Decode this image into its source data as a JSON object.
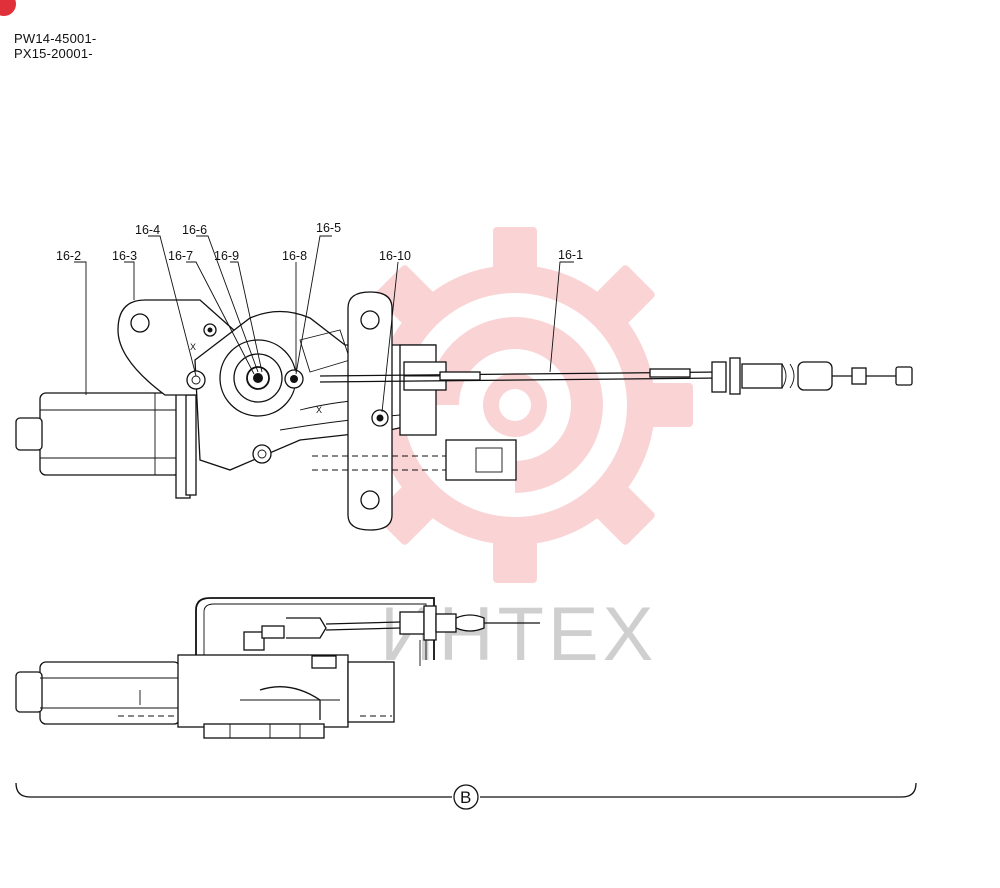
{
  "header": {
    "serial_lines": [
      "PW14-45001-",
      "PX15-20001-"
    ]
  },
  "watermark": {
    "text": "ИНТЕХ",
    "color": "#f5a0a4"
  },
  "callouts": [
    {
      "id": "16-4",
      "label": "16-4"
    },
    {
      "id": "16-6",
      "label": "16-6"
    },
    {
      "id": "16-5",
      "label": "16-5"
    },
    {
      "id": "16-2",
      "label": "16-2"
    },
    {
      "id": "16-3",
      "label": "16-3"
    },
    {
      "id": "16-7",
      "label": "16-7"
    },
    {
      "id": "16-9",
      "label": "16-9"
    },
    {
      "id": "16-8",
      "label": "16-8"
    },
    {
      "id": "16-10",
      "label": "16-10"
    },
    {
      "id": "16-1",
      "label": "16-1"
    }
  ],
  "view_label": "B",
  "colors": {
    "line": "#111111",
    "badge": "#e0303a"
  }
}
